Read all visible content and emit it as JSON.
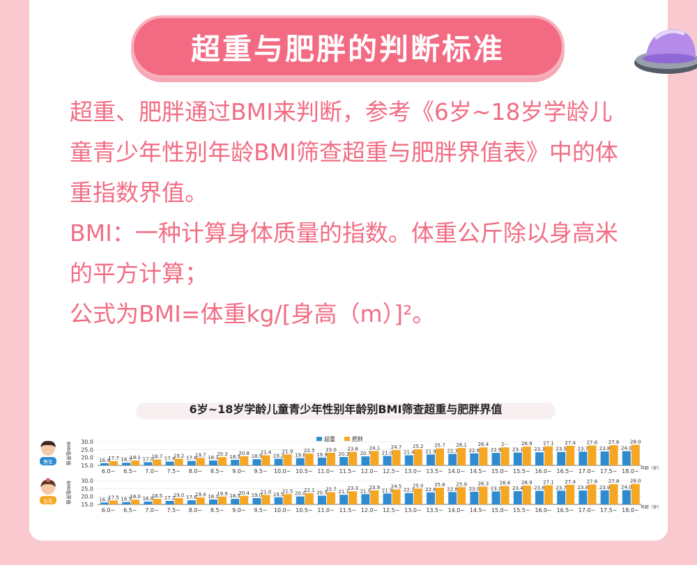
{
  "title": "超重与肥胖的判断标准",
  "paragraphs": [
    "超重、肥胖通过BMI来判断，参考《6岁~18岁学龄儿童青少年性别年龄BMI筛查超重与肥胖界值表》中的体重指数界值。",
    "BMI：一种计算身体质量的指数。体重公斤除以身高米的平方计算；",
    "公式为BMI=体重kg/[身高（m）]²。"
  ],
  "colors": {
    "page_bg": "#f9c9cf",
    "title_pill": "#f36b82",
    "body_text": "#f16d84",
    "overweight": "#2f8bd0",
    "obese": "#f5a623"
  },
  "icons": {
    "ufo": "ufo-icon",
    "boy": "boy-avatar-icon",
    "girl": "girl-avatar-icon"
  },
  "chart_data": {
    "title": "6岁~18岁学龄儿童青少年性别年龄别BMI筛查超重与肥胖界值",
    "type": "bar",
    "legend": {
      "overweight": "超重",
      "obese": "肥胖",
      "placement": "top-center"
    },
    "categories": [
      "6.0~",
      "6.5~",
      "7.0~",
      "7.5~",
      "8.0~",
      "8.5~",
      "9.0~",
      "9.5~",
      "10.0~",
      "10.5~",
      "11.0~",
      "11.5~",
      "12.0~",
      "12.5~",
      "13.0~",
      "13.5~",
      "14.0~",
      "14.5~",
      "15.0~",
      "15.5~",
      "16.0~",
      "16.5~",
      "17.0~",
      "17.5~",
      "18.0~"
    ],
    "xlabel": "年龄（岁）",
    "ylabel": "BMI临界值",
    "ylim": [
      15.0,
      30.0
    ],
    "yticks": [
      "30.0",
      "25.0",
      "20.0",
      "15.0"
    ],
    "panels": [
      {
        "group": "男生",
        "series": [
          {
            "name": "超重",
            "values": [
              16.4,
              16.7,
              17.0,
              17.4,
              17.8,
              18.1,
              18.5,
              18.9,
              19.2,
              19.6,
              19.9,
              20.3,
              20.7,
              21.0,
              21.4,
              21.9,
              22.3,
              22.6,
              22.9,
              23.1,
              23.3,
              23.5,
              23.7,
              23.8,
              24.0
            ]
          },
          {
            "name": "肥胖",
            "values": [
              17.7,
              18.1,
              18.7,
              19.2,
              19.7,
              20.3,
              20.8,
              21.4,
              21.9,
              22.5,
              23.0,
              23.6,
              24.1,
              24.7,
              25.2,
              25.7,
              26.1,
              26.4,
              null,
              26.9,
              27.1,
              27.4,
              27.6,
              27.8,
              28.0
            ]
          }
        ],
        "value_labels": {
          "超重": [
            "16.4",
            "16.7",
            "17.0",
            "17.4",
            "17.8",
            "18.1",
            "18.5",
            "18.9",
            "19.2",
            "19.6",
            "19.9",
            "20.3",
            "20.7",
            "21.0",
            "21.4",
            "21.9",
            "22.3",
            "22.6",
            "22.9",
            "23.1",
            "23.3",
            "23.5",
            "23.7",
            "23.8",
            "24.0"
          ],
          "肥胖": [
            "17.7",
            "18.1",
            "18.7",
            "19.2",
            "19.7",
            "20.3",
            "20.8",
            "21.4",
            "21.9",
            "22.5",
            "23.0",
            "23.6",
            "24.1",
            "24.7",
            "25.2",
            "25.7",
            "26.1",
            "26.4",
            "2···",
            "26.9",
            "27.1",
            "27.4",
            "27.6",
            "27.8",
            "28.0"
          ]
        }
      },
      {
        "group": "女生",
        "series": [
          {
            "name": "超重",
            "values": [
              16.2,
              16.5,
              16.8,
              17.2,
              17.6,
              18.1,
              18.5,
              19.0,
              19.5,
              20.0,
              20.5,
              21.1,
              21.5,
              21.9,
              22.2,
              22.6,
              22.8,
              23.0,
              23.2,
              23.4,
              23.6,
              23.7,
              23.8,
              23.9,
              24.0
            ]
          },
          {
            "name": "肥胖",
            "values": [
              17.5,
              18.0,
              18.5,
              19.0,
              19.4,
              19.9,
              20.4,
              21.0,
              21.5,
              22.1,
              22.7,
              23.3,
              23.9,
              24.5,
              25.0,
              25.6,
              25.9,
              26.3,
              26.6,
              26.9,
              27.1,
              27.4,
              27.6,
              27.8,
              28.0
            ]
          }
        ],
        "value_labels": {
          "超重": [
            "16.2",
            "16.5",
            "16.8",
            "17.2",
            "17.6",
            "18.1",
            "18.5",
            "19.0",
            "19.5",
            "20.0",
            "20.5",
            "21.1",
            "21.5",
            "21.9",
            "22.2",
            "22.6",
            "22.8",
            "23.0",
            "23.2",
            "23.4",
            "23.6",
            "23.7",
            "23.8",
            "23.9",
            "24.0"
          ],
          "肥胖": [
            "17.5",
            "18.0",
            "18.5",
            "19.0",
            "19.4",
            "19.9",
            "20.4",
            "21.0",
            "21.5",
            "22.1",
            "22.7",
            "23.3",
            "23.9",
            "24.5",
            "25.0",
            "25.6",
            "25.9",
            "26.3",
            "26.6",
            "26.9",
            "27.1",
            "27.4",
            "27.6",
            "27.8",
            "28.0"
          ]
        }
      }
    ]
  }
}
